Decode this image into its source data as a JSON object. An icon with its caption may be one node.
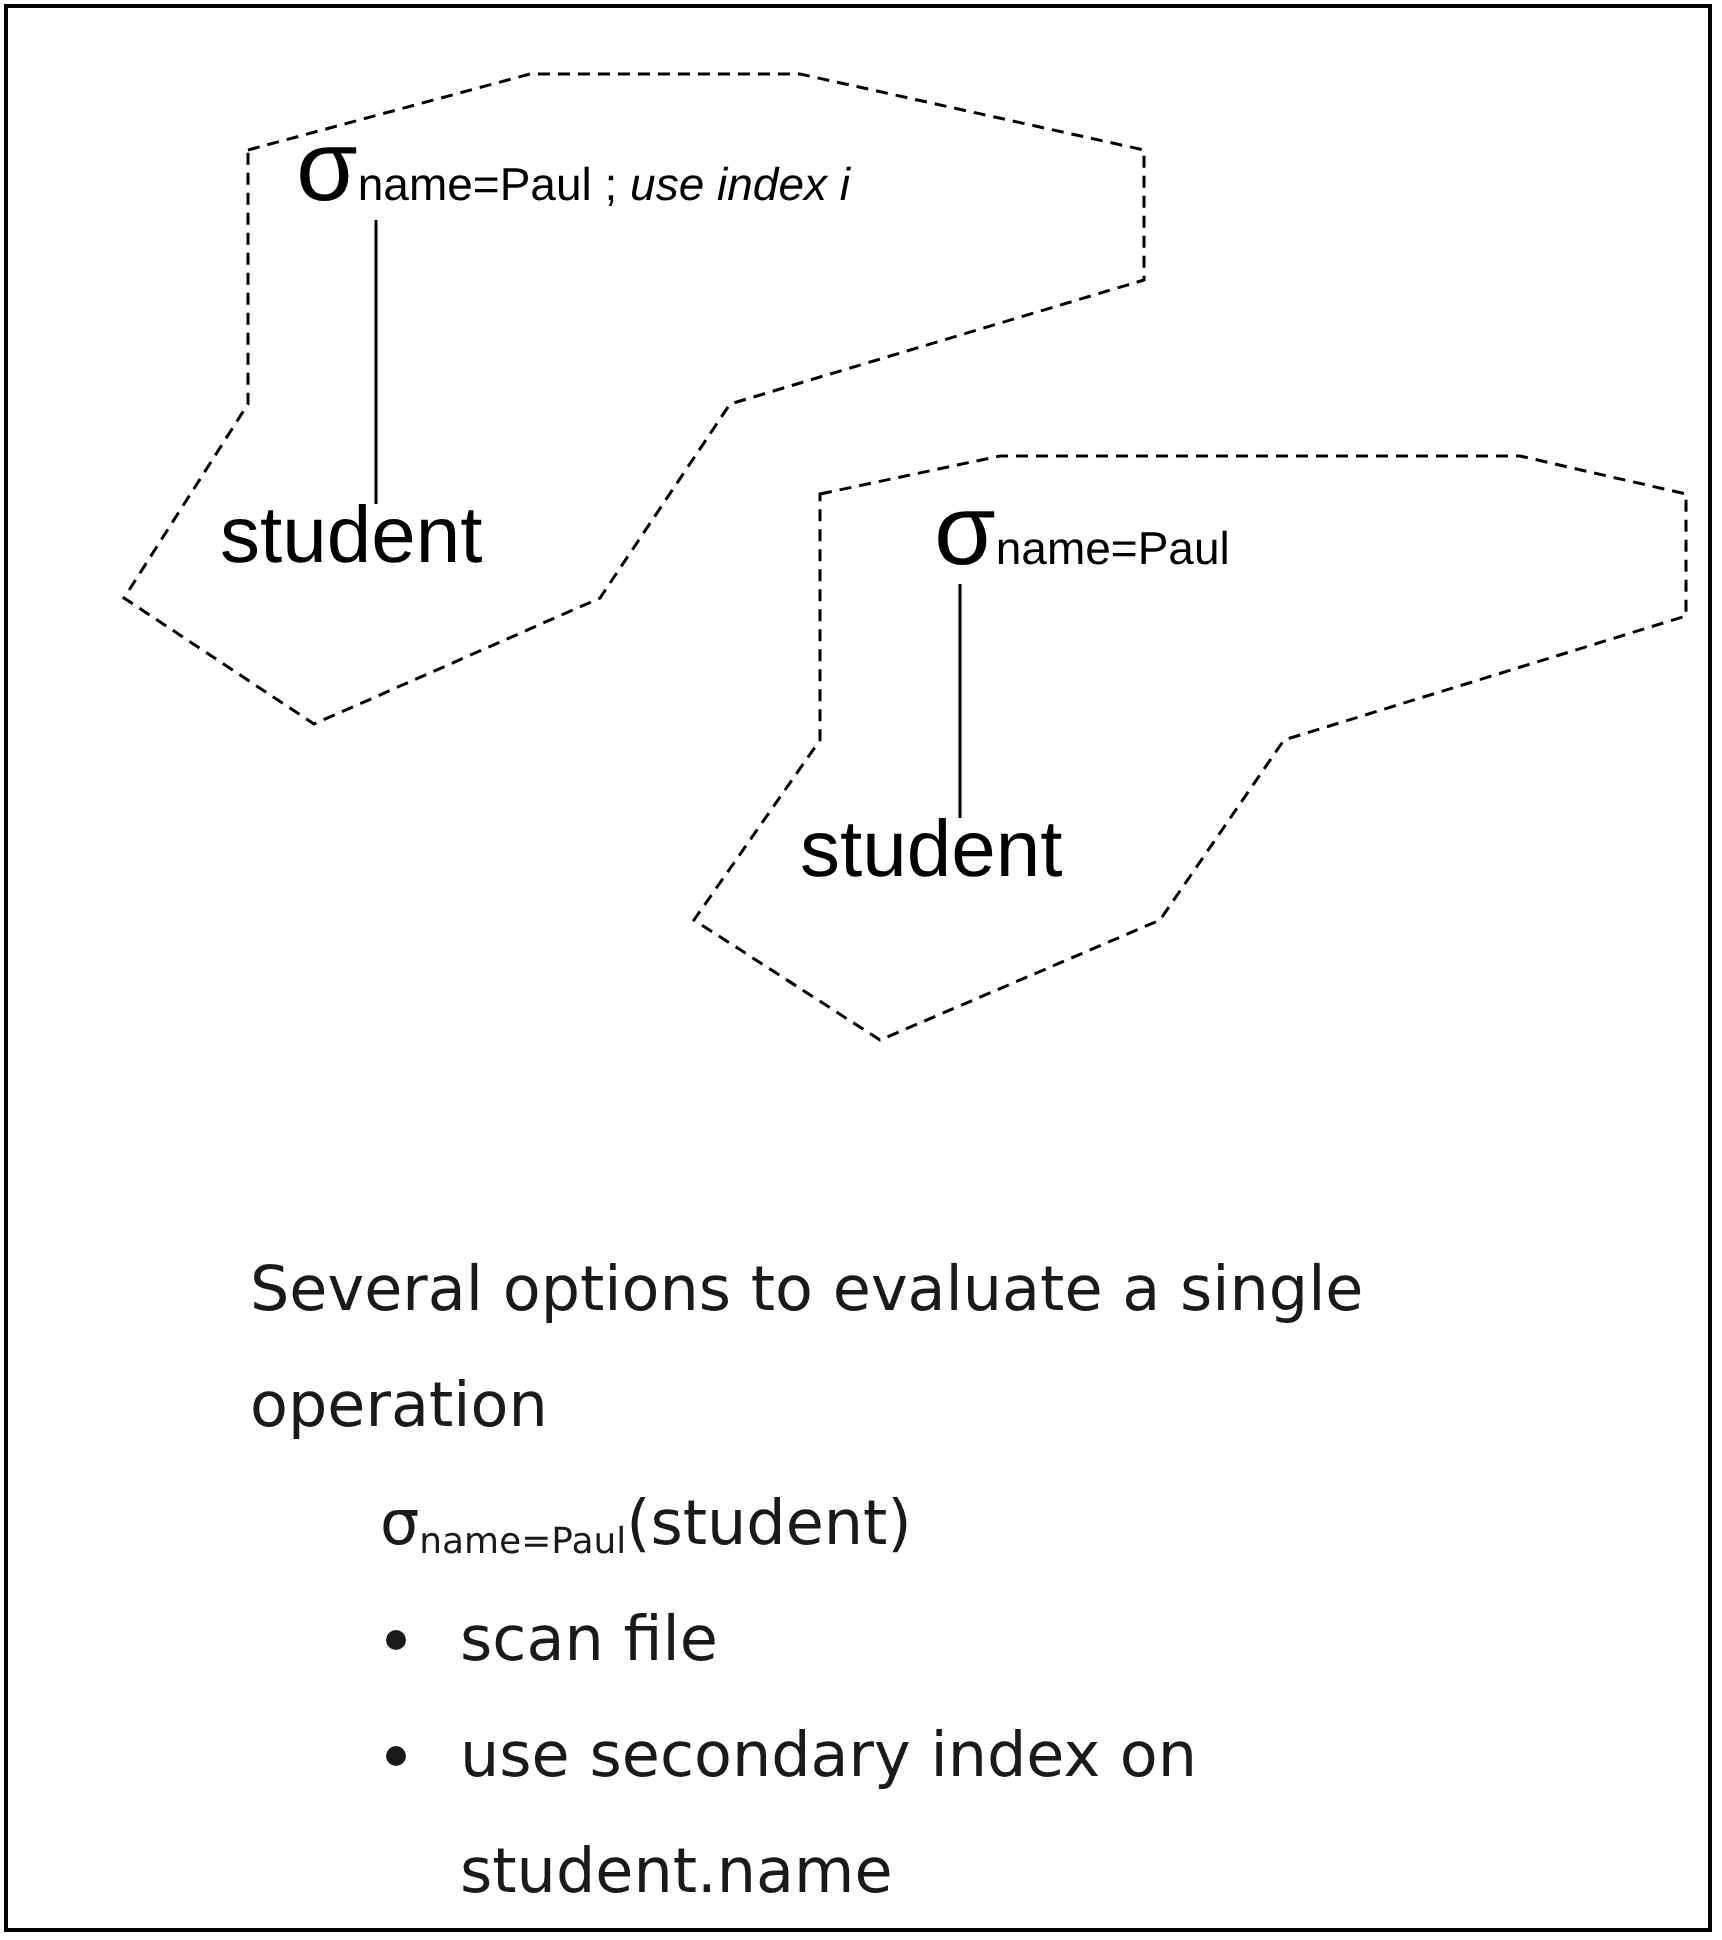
{
  "diagram": {
    "nodes": [
      {
        "text": [],
        "shape": "polygon"
      },
      {
        "text": [
          "σ$_{name=Paul}$ ; *use index i*"
        ],
        "in": 0
      },
      {
        "text": [
          "student"
        ],
        "in": 0
      },
      {
        "text": [],
        "shape": "polygon"
      },
      {
        "text": [
          "σ$_{name=Paul}$"
        ],
        "in": 3
      },
      {
        "text": [
          "student"
        ],
        "in": 3
      }
    ],
    "edges": [
      {
        "from": 1,
        "to": 2,
        "arrow": "none"
      },
      {
        "from": 4,
        "to": 5,
        "arrow": "none"
      }
    ],
    "labels": [
      "Several options to evaluate a single operation",
      "σ$_{name=Paul}$(student)",
      "scan file",
      "use secondary index on student.name"
    ]
  }
}
